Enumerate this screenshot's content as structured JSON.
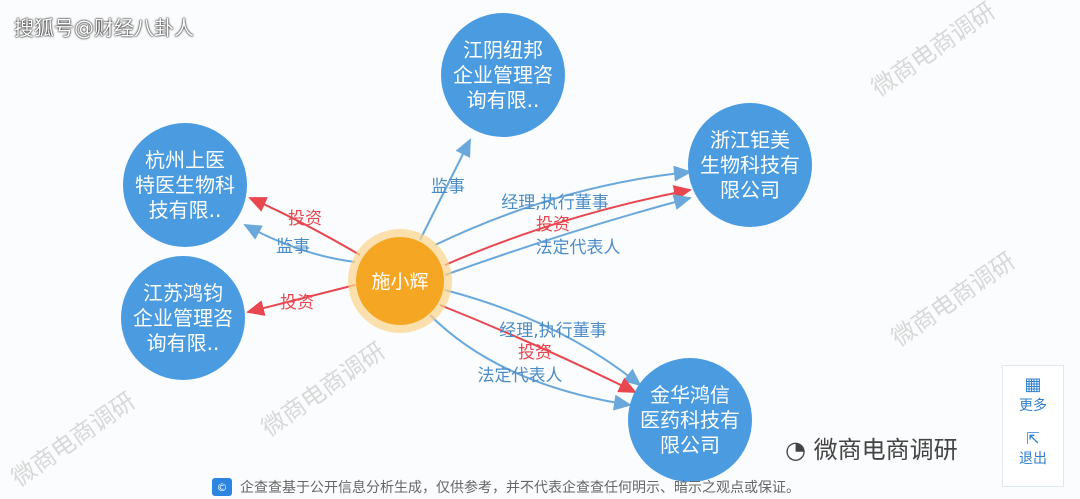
{
  "watermark": "搜狐号@财经八卦人",
  "bg_watermark": "微商电商调研",
  "center": {
    "name": "施小辉",
    "color": "#F5A623"
  },
  "nodes": [
    {
      "id": "jiangyin",
      "lines": [
        "江阴纽邦",
        "企业管理咨",
        "询有限.."
      ]
    },
    {
      "id": "hangzhou",
      "lines": [
        "杭州上医",
        "特医生物科",
        "技有限.."
      ]
    },
    {
      "id": "zhejiang",
      "lines": [
        "浙江钜美",
        "生物科技有",
        "限公司"
      ]
    },
    {
      "id": "jiangsu",
      "lines": [
        "江苏鸿钧",
        "企业管理咨",
        "询有限.."
      ]
    },
    {
      "id": "jinhua",
      "lines": [
        "金华鸿信",
        "医药科技有",
        "限公司"
      ]
    }
  ],
  "node_color": "#4A9BE0",
  "edge_labels": {
    "jiangyin_supervisor": "监事",
    "hangzhou_invest": "投资",
    "hangzhou_supervisor": "监事",
    "jiangsu_invest": "投资",
    "zhejiang_manager": "经理,执行董事",
    "zhejiang_invest": "投资",
    "zhejiang_legal": "法定代表人",
    "jinhua_manager": "经理,执行董事",
    "jinhua_invest": "投资",
    "jinhua_legal": "法定代表人"
  },
  "colors": {
    "invest": "#E8474F",
    "role": "#6AA8DC"
  },
  "panel": {
    "more": "更多",
    "exit": "退出"
  },
  "footer": {
    "logo": "企查查",
    "text": "企查查基于公开信息分析生成，仅供参考，并不代表企查查任何明示、暗示之观点或保证。"
  },
  "wechat_label": "微商电商调研"
}
